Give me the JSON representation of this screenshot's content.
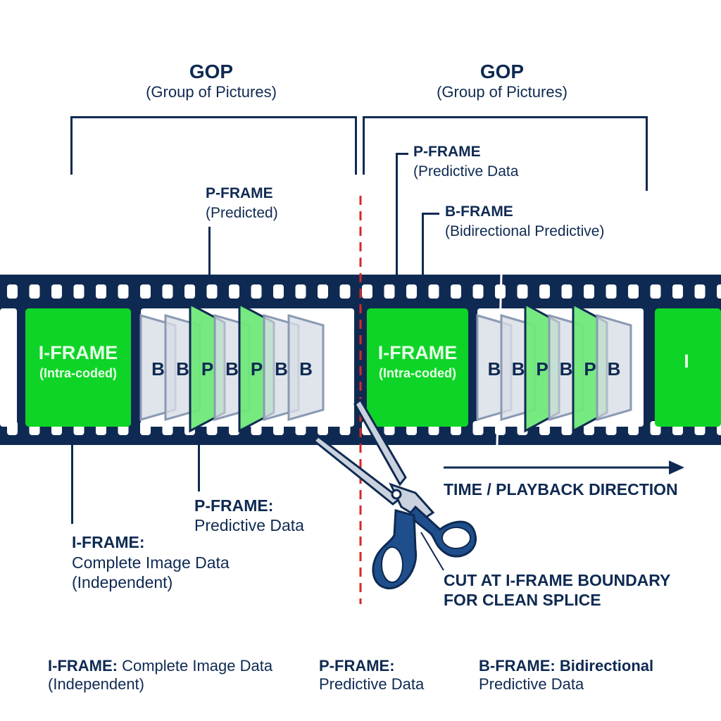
{
  "gop_labels": [
    {
      "title": "GOP",
      "subtitle": "(Group of Pictures)"
    },
    {
      "title": "GOP",
      "subtitle": "(Group of Pictures)"
    }
  ],
  "callouts_top": {
    "p_frame_left": {
      "title": "P-FRAME",
      "subtitle": "(Predicted)"
    },
    "p_frame_right": {
      "title": "P-FRAME",
      "subtitle": "(Predictive Data"
    },
    "b_frame_right": {
      "title": "B-FRAME",
      "subtitle": "(Bidirectional Predictive)"
    }
  },
  "filmstrip": {
    "gop1": {
      "iframe_title": "I-FRAME",
      "iframe_sub": "(Intra-coded)",
      "frames": [
        "B",
        "B",
        "P",
        "B",
        "P",
        "B",
        "B"
      ]
    },
    "gop2": {
      "iframe_title": "I-FRAME",
      "iframe_sub": "(Intra-coded)",
      "frames": [
        "B",
        "B",
        "P",
        "B",
        "P",
        "B"
      ]
    },
    "next_iframe": "I"
  },
  "callouts_bottom": {
    "p_frame": {
      "title": "P-FRAME:",
      "desc": "Predictive Data"
    },
    "i_frame": {
      "title": "I-FRAME:",
      "desc1": "Complete Image Data",
      "desc2": "(Independent)"
    }
  },
  "time_direction": "TIME / PLAYBACK DIRECTION",
  "cut_note": {
    "line1": "CUT AT I-FRAME BOUNDARY",
    "line2": "FOR CLEAN SPLICE"
  },
  "legend": [
    {
      "title": "I-FRAME:",
      "desc1": " Complete Image Data",
      "desc2": "(Independent)"
    },
    {
      "title": "P-FRAME:",
      "desc1": "",
      "desc2": "Predictive Data"
    },
    {
      "title": "B-FRAME: Bidirectional",
      "desc1": "",
      "desc2": "Predictive Data"
    }
  ],
  "colors": {
    "navy": "#0f2a52",
    "iframe_green": "#0fd428",
    "pframe_green": "#6fe87a",
    "bframe_gray": "#d8dde6",
    "cut_red": "#d62828"
  }
}
